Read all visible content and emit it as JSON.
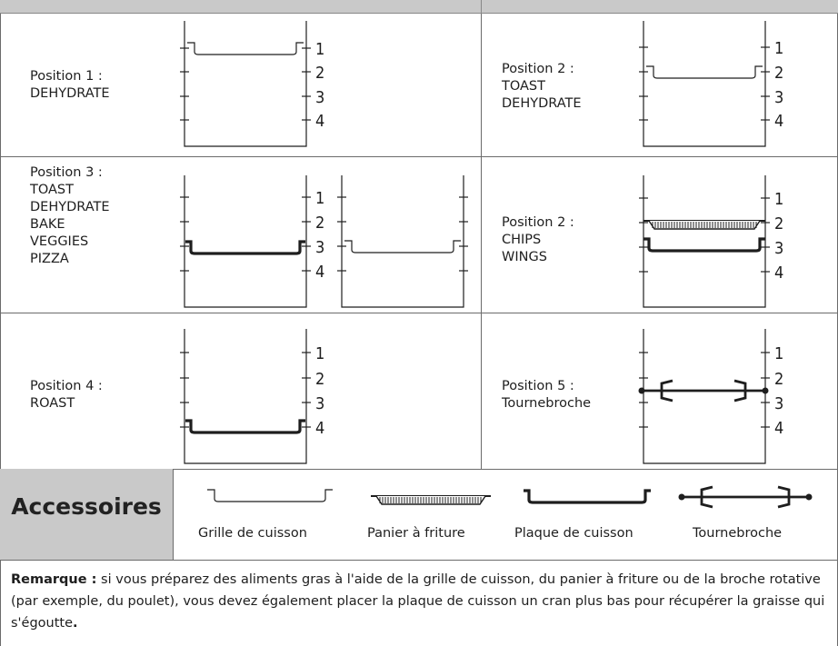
{
  "positions": [
    {
      "title": "Position 1 :",
      "lines": [
        "DEHYDRATE"
      ]
    },
    {
      "title": "Position 2 :",
      "lines": [
        "TOAST",
        "DEHYDRATE"
      ]
    },
    {
      "title": "Position 3 :",
      "lines": [
        "TOAST",
        "DEHYDRATE",
        "BAKE",
        "VEGGIES",
        "PIZZA"
      ]
    },
    {
      "title": "Position 2 :",
      "lines": [
        "CHIPS",
        "WINGS"
      ]
    },
    {
      "title": "Position 4 :",
      "lines": [
        "ROAST"
      ]
    },
    {
      "title": "Position 5 :",
      "lines": [
        "Tournebroche"
      ]
    }
  ],
  "level_numbers": [
    "1",
    "2",
    "3",
    "4"
  ],
  "accessories": {
    "title": "Accessoires",
    "items": [
      "Grille de cuisson",
      "Panier à friture",
      "Plaque de cuisson",
      "Tournebroche"
    ]
  },
  "note": {
    "bold_prefix": "Remarque :",
    "text": " si vous préparez des aliments gras à l'aide de la grille de cuisson, du panier à friture ou de la broche rotative (par exemple, du poulet), vous devez également placer la plaque de cuisson un cran plus bas pour récupérer la graisse qui s'égoutte",
    "bold_suffix": "."
  },
  "colors": {
    "header_gray": "#c9c9c9",
    "grid_line": "#6b6b6b",
    "ink": "#1e1e1e"
  }
}
